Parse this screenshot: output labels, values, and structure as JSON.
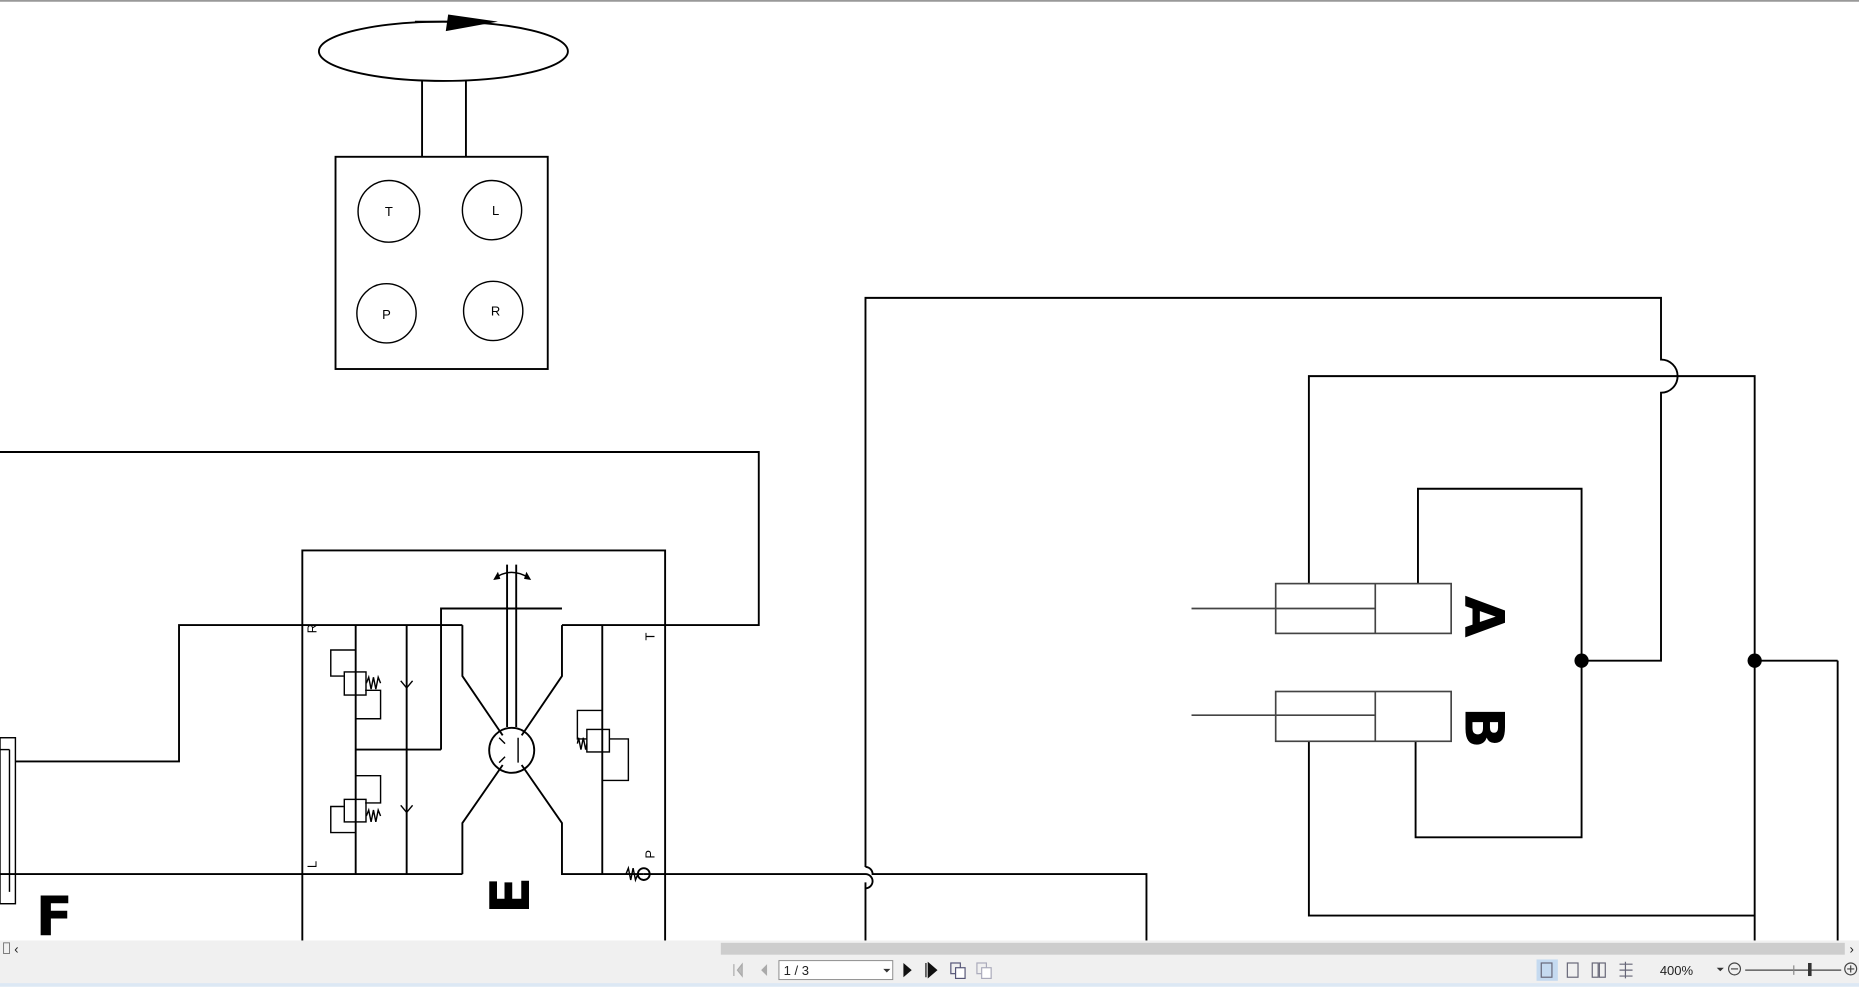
{
  "diagram": {
    "ports": {
      "t": "T",
      "l": "L",
      "p": "P",
      "r": "R"
    },
    "valve_ports": {
      "r": "R",
      "l": "L",
      "t": "T",
      "p": "P"
    },
    "labels": {
      "e": "E",
      "f": "F",
      "a": "A",
      "b": "B"
    }
  },
  "toolbar": {
    "page_value": "1 / 3",
    "zoom_level": "400%",
    "zoom_slider_fraction": 0.68,
    "active_view_color": "#c5daf0",
    "icons": [
      "first-page-icon",
      "previous-page-icon",
      "next-page-icon",
      "last-page-icon",
      "copy-page-icon",
      "paste-page-icon",
      "single-page-view-icon",
      "continuous-view-icon",
      "two-page-view-icon",
      "two-page-continuous-view-icon",
      "zoom-out-icon",
      "zoom-in-icon"
    ]
  }
}
